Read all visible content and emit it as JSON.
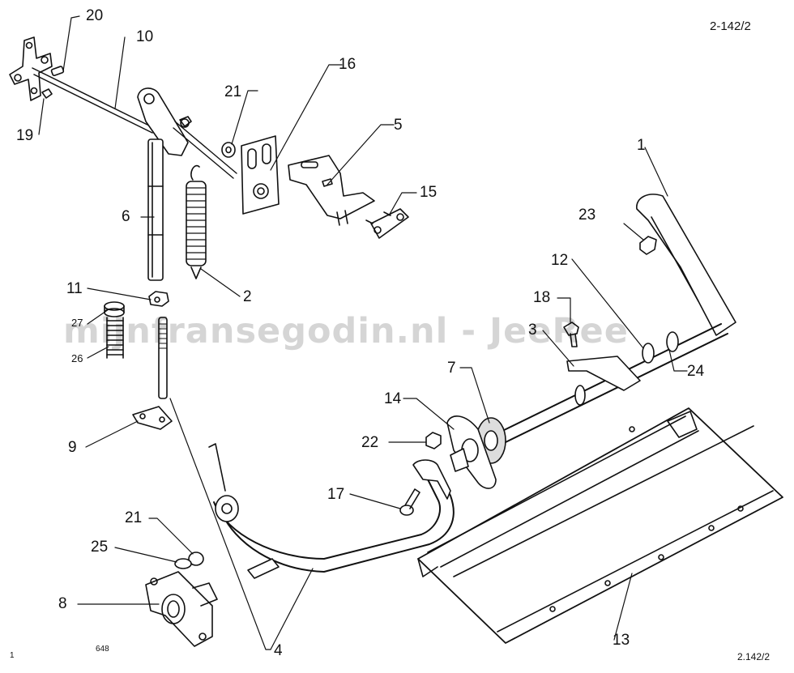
{
  "sheet_ref_top": "2-142/2",
  "sheet_ref_bottom": "2.142/2",
  "corner_left": "1",
  "corner_code": "648",
  "watermark": "mijnfransegodin.nl - JeeRee",
  "callouts": {
    "c1": "1",
    "c2": "2",
    "c3": "3",
    "c4": "4",
    "c5": "5",
    "c6": "6",
    "c7": "7",
    "c8": "8",
    "c9": "9",
    "c10": "10",
    "c11": "11",
    "c12": "12",
    "c13": "13",
    "c14": "14",
    "c15": "15",
    "c16": "16",
    "c17": "17",
    "c18": "18",
    "c19": "19",
    "c20": "20",
    "c21a": "21",
    "c21b": "21",
    "c22": "22",
    "c23": "23",
    "c24": "24",
    "c25": "25",
    "c26": "26",
    "c27": "27"
  }
}
